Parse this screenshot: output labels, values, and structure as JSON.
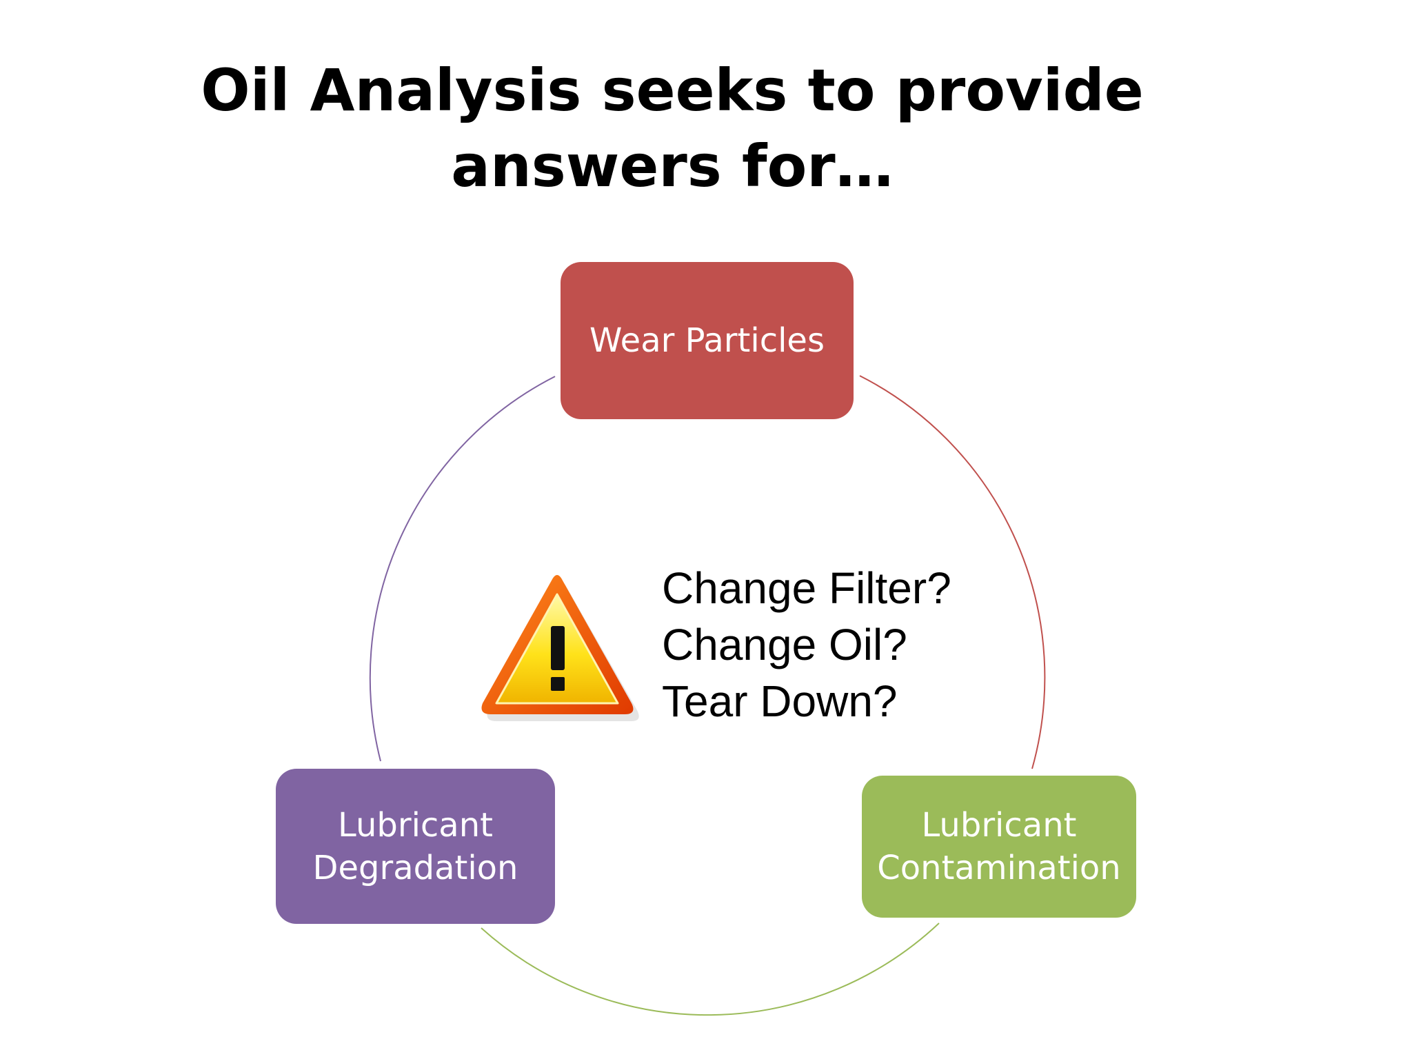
{
  "title": {
    "line1": "Oil Analysis seeks to provide",
    "line2": "answers for…"
  },
  "cycle": {
    "nodes": [
      {
        "lines": [
          "Wear Particles"
        ],
        "color": "#c0504d"
      },
      {
        "lines": [
          "Lubricant",
          "Contamination"
        ],
        "color": "#9bbb59"
      },
      {
        "lines": [
          "Lubricant",
          "Degradation"
        ],
        "color": "#8064a2"
      }
    ],
    "arc_colors": [
      "#c0504d",
      "#9bbb59",
      "#8064a2"
    ]
  },
  "center": {
    "icon": "warning-icon",
    "questions": [
      "Change Filter?",
      "Change Oil?",
      "Tear Down?"
    ]
  }
}
